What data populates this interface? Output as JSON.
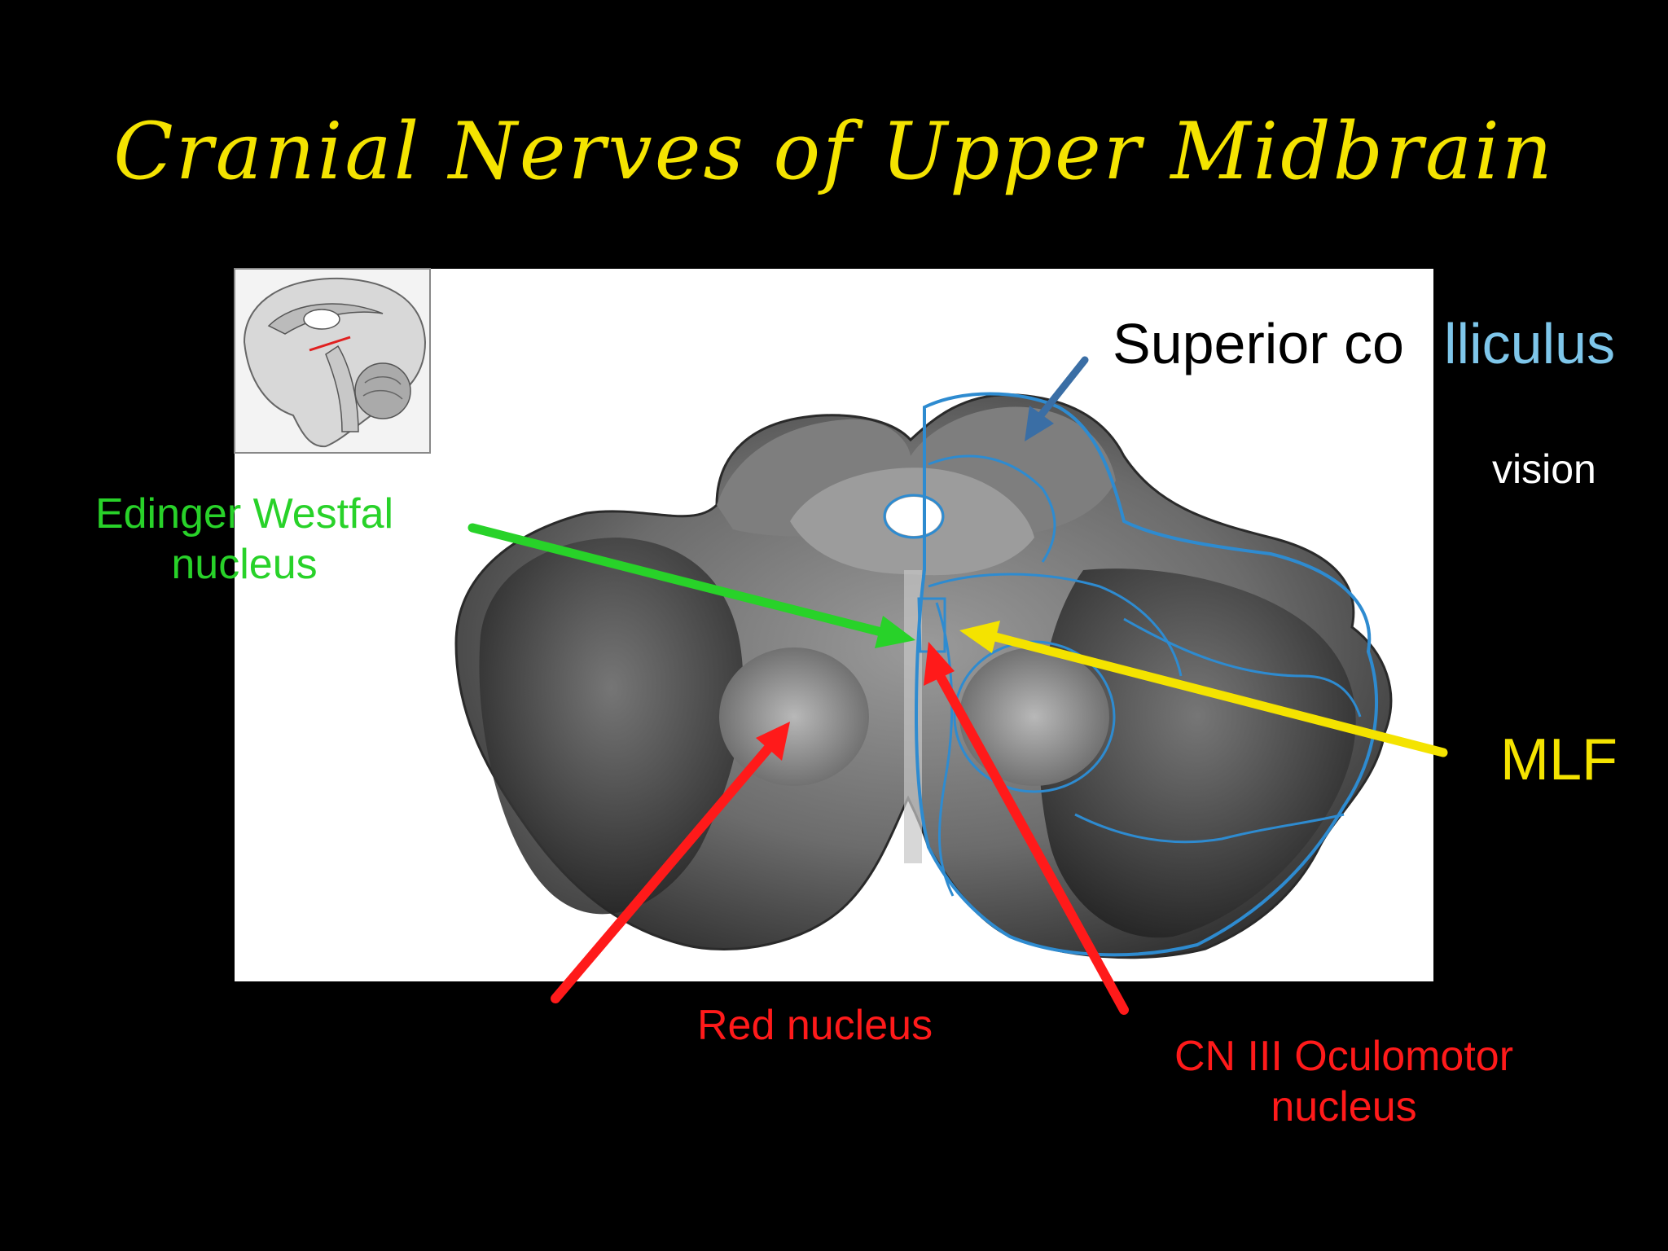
{
  "slide": {
    "title": "Cranial Nerves of Upper Midbrain"
  },
  "labels": {
    "superior_colliculus_dark_part": "Superior co",
    "superior_colliculus_light_part": "lliculus",
    "vision": "vision",
    "edinger_westfal_line1": "Edinger Westfal",
    "edinger_westfal_line2": "nucleus",
    "mlf": "MLF",
    "red_nucleus": "Red nucleus",
    "cn3_line1": "CN III Oculomotor",
    "cn3_line2": "nucleus"
  },
  "colors": {
    "background": "#000000",
    "title": "#f4e300",
    "green_arrow": "#28d229",
    "yellow_arrow": "#f4e300",
    "red_arrow": "#ff1a1a",
    "blue_arrow": "#3a6ea5",
    "outline_blue": "#2e8bd0"
  },
  "icons": {
    "section_image": "midbrain-cross-section-image",
    "locator_image": "sagittal-brain-locator-image"
  }
}
